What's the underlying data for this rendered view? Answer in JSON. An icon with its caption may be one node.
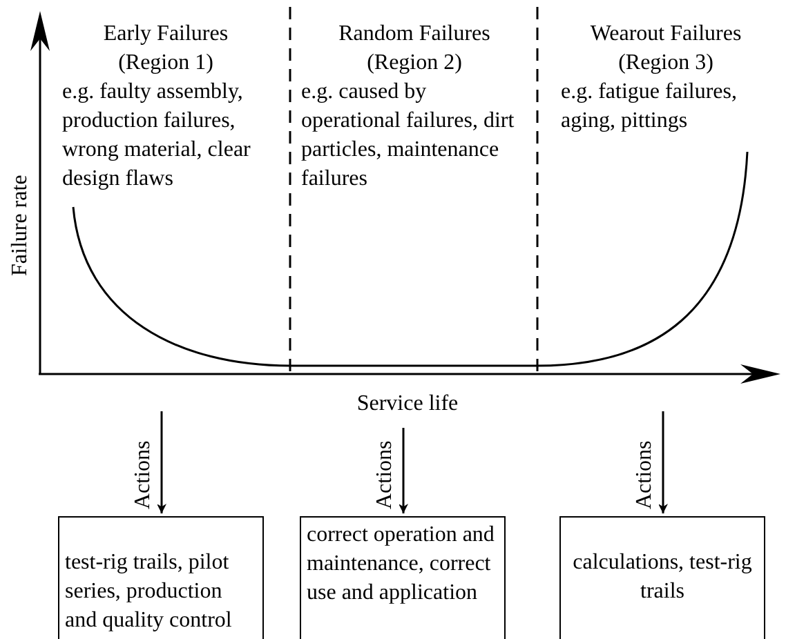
{
  "diagram": {
    "nodes": [
      {
        "text": [
          "test-rig trails, pilot series, production and quality control"
        ]
      },
      {
        "text": [
          "correct operation and maintenance, correct use and application"
        ]
      },
      {
        "text": [
          "calculations, test-rig trails"
        ]
      }
    ],
    "edges": [
      {
        "from": null,
        "to": 0,
        "arrow": "to",
        "label": "Actions"
      },
      {
        "from": null,
        "to": 1,
        "arrow": "to",
        "label": "Actions"
      },
      {
        "from": null,
        "to": 2,
        "arrow": "to",
        "label": "Actions"
      }
    ],
    "labels": [
      "Early Failures (Region 1)",
      "e.g. faulty assembly, production failures, wrong material, clear design flaws",
      "Random Failures (Region 2)",
      "e.g. caused by operational failures, dirt particles, maintenance failures",
      "Wearout Failures (Region 3)",
      "e.g. fatigue failures, aging, pittings",
      "Failure rate",
      "Service life"
    ]
  }
}
